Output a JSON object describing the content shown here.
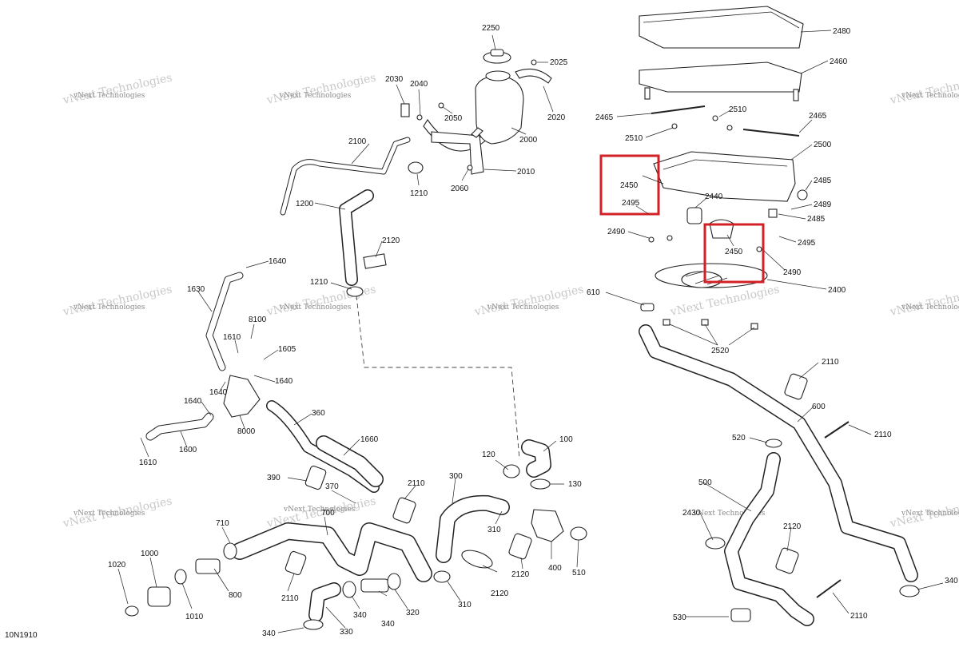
{
  "diagram": {
    "document_code": "10N1910",
    "watermark": "vNext Technologies",
    "highlight_color": "#d32026",
    "part_labels": [
      "2250",
      "2025",
      "2030",
      "2040",
      "2050",
      "2020",
      "2000",
      "2010",
      "2060",
      "1210",
      "2100",
      "1200",
      "2120",
      "1640",
      "1630",
      "1210",
      "8100",
      "1610",
      "1605",
      "1640",
      "1640",
      "1640",
      "8000",
      "1610",
      "1600",
      "360",
      "1660",
      "390",
      "370",
      "700",
      "2110",
      "710",
      "1000",
      "1020",
      "1010",
      "800",
      "2110",
      "340",
      "330",
      "340",
      "320",
      "340",
      "300",
      "310",
      "2120",
      "310",
      "120",
      "130",
      "100",
      "400",
      "510",
      "2120",
      "2480",
      "2460",
      "2510",
      "2465",
      "2465",
      "2510",
      "2500",
      "2450",
      "2495",
      "2440",
      "2485",
      "2489",
      "2485",
      "2490",
      "2495",
      "2450",
      "2490",
      "2400",
      "610",
      "2520",
      "2110",
      "600",
      "2110",
      "520",
      "500",
      "2430",
      "2120",
      "340",
      "530",
      "2110"
    ]
  }
}
